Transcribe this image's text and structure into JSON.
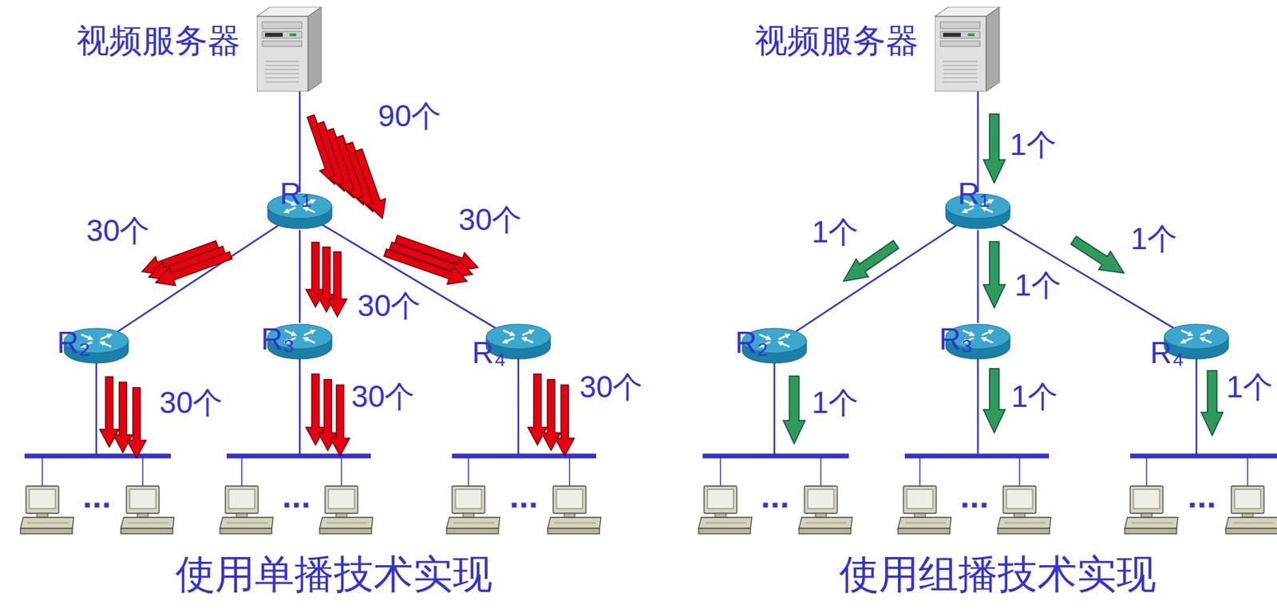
{
  "diagram": {
    "nodes": [
      {
        "text": [
          "视频服务器"
        ]
      },
      {
        "text": [
          "R₁"
        ]
      },
      {
        "text": [
          "R₂"
        ]
      },
      {
        "text": [
          "R₃"
        ]
      },
      {
        "text": [
          "R₄"
        ]
      },
      {
        "text": [
          "视频服务器"
        ]
      },
      {
        "text": [
          "R₁"
        ]
      },
      {
        "text": [
          "R₂"
        ]
      },
      {
        "text": [
          "R₃"
        ]
      },
      {
        "text": [
          "R₄"
        ]
      }
    ],
    "edges": [
      {
        "from": 0,
        "to": 1,
        "arrow": "none",
        "label": "90个"
      },
      {
        "from": 1,
        "to": 2,
        "arrow": "none",
        "label": "30个"
      },
      {
        "from": 1,
        "to": 3,
        "arrow": "none",
        "label": "30个"
      },
      {
        "from": 1,
        "to": 4,
        "arrow": "none",
        "label": "30个"
      },
      {
        "from": 5,
        "to": 6,
        "arrow": "none",
        "label": "1个"
      },
      {
        "from": 6,
        "to": 7,
        "arrow": "none",
        "label": "1个"
      },
      {
        "from": 6,
        "to": 8,
        "arrow": "none",
        "label": "1个"
      },
      {
        "from": 6,
        "to": 9,
        "arrow": "none",
        "label": "1个"
      }
    ],
    "labels": [
      "30个",
      "30个",
      "30个",
      "使用单播技术实现",
      "1个",
      "1个",
      "1个",
      "使用组播技术实现"
    ]
  }
}
